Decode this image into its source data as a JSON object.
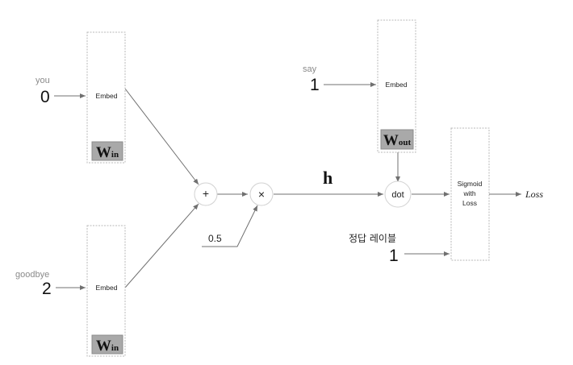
{
  "inputs": {
    "you": {
      "word": "you",
      "id": "0"
    },
    "goodbye": {
      "word": "goodbye",
      "id": "2"
    },
    "say": {
      "word": "say",
      "id": "1"
    },
    "answer": {
      "label": "정답 레이블",
      "value": "1"
    }
  },
  "layers": {
    "embed_label": "Embed",
    "w_in": {
      "main": "W",
      "sub": "in"
    },
    "w_out": {
      "main": "W",
      "sub": "out"
    }
  },
  "nodes": {
    "add": "+",
    "multiply": "×",
    "dot": "dot"
  },
  "constant": "0.5",
  "hidden_label": "h",
  "loss_layer": {
    "line1": "Sigmoid",
    "line2": "with",
    "line3": "Loss"
  },
  "output_label": "Loss",
  "colors": {
    "weight_badge": "#a9a9a9",
    "edge": "#707070"
  }
}
